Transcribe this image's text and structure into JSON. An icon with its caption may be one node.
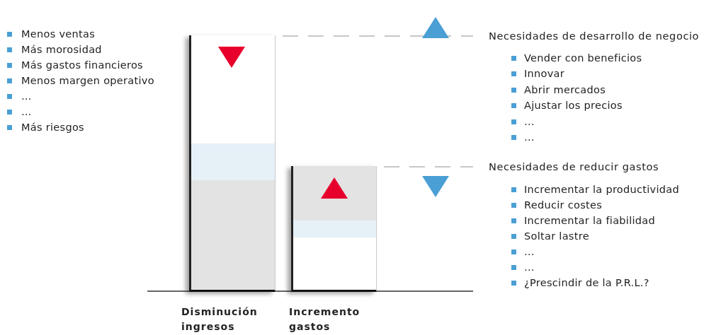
{
  "diagram": {
    "nodes": [
      {
        "text": [],
        "shape": "bar",
        "beside": [
          "Disminución ingresos"
        ]
      },
      {
        "text": [],
        "shape": "bar",
        "beside": [
          "Incremento gastos"
        ]
      },
      {
        "text": [
          "Necesidades de desarrollo de negocio"
        ]
      },
      {
        "text": [
          "Necesidades de reducir gastos"
        ]
      }
    ],
    "edges": [
      {
        "from": 0,
        "to": 2,
        "arrow": "none",
        "style": "dashed"
      },
      {
        "from": 1,
        "to": 3,
        "arrow": "none",
        "style": "dashed"
      }
    ],
    "labels": [
      "Menos ventas",
      "Más morosidad",
      "Más gastos financieros",
      "Menos margen operativo",
      "…",
      "…",
      "Más riesgos",
      "Vender con beneficios",
      "Innovar",
      "Abrir mercados",
      "Ajustar los precios",
      "…",
      "…",
      "Incrementar la productividad",
      "Reducir costes",
      "Incrementar la fiabilidad",
      "Soltar lastre",
      "…",
      "…",
      "¿Prescindir de la P.R.L.?"
    ]
  }
}
